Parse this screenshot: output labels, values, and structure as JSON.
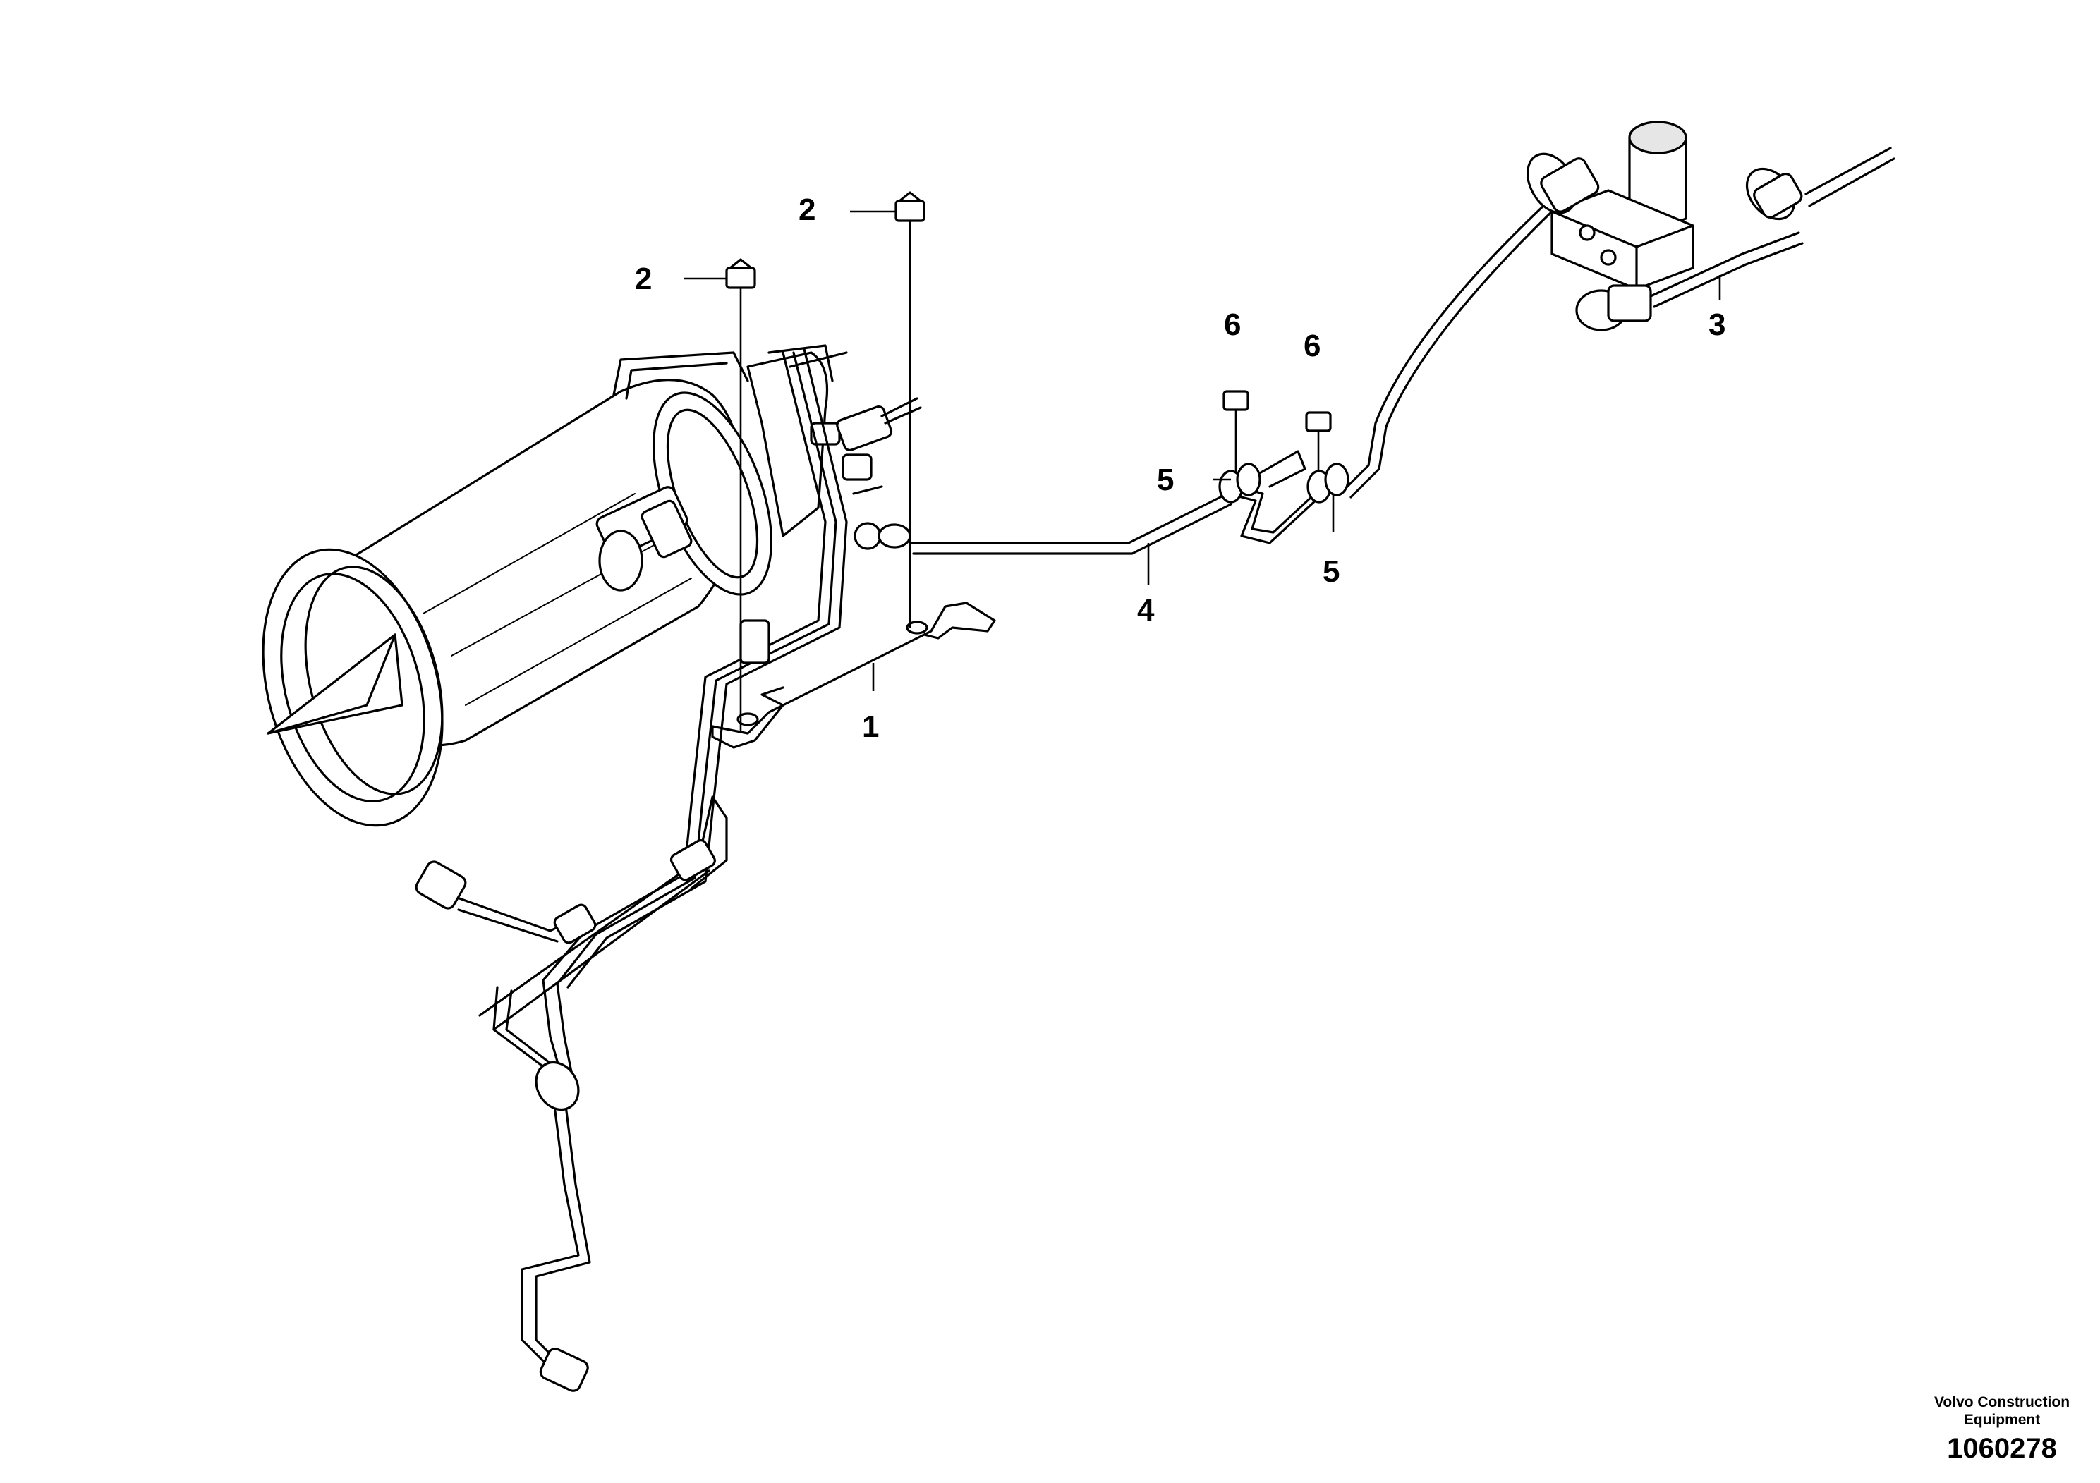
{
  "diagram": {
    "callouts": [
      {
        "id": "bracket",
        "label": "1"
      },
      {
        "id": "screw-a",
        "label": "2"
      },
      {
        "id": "screw-b",
        "label": "2"
      },
      {
        "id": "fuel-line-pump",
        "label": "3"
      },
      {
        "id": "fuel-line-main",
        "label": "4"
      },
      {
        "id": "clamp-a",
        "label": "5"
      },
      {
        "id": "clamp-b",
        "label": "5"
      },
      {
        "id": "screw-c",
        "label": "6"
      },
      {
        "id": "screw-d",
        "label": "6"
      }
    ],
    "footer": {
      "brand_line1": "Volvo Construction",
      "brand_line2": "Equipment",
      "doc_number": "1060278"
    }
  }
}
